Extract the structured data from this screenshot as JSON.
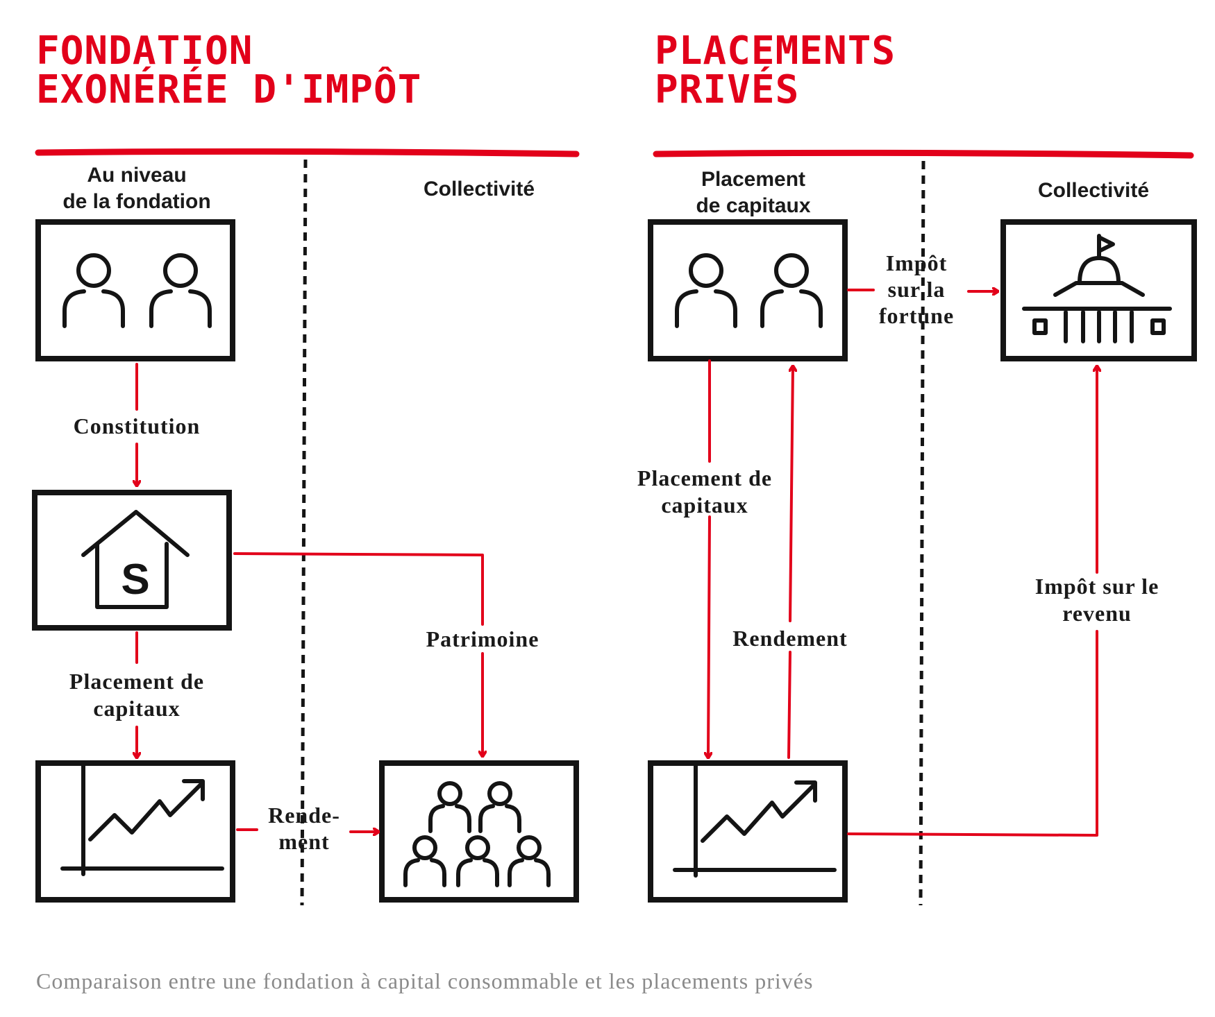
{
  "colors": {
    "accent_red": "#e2001a",
    "ink": "#141414",
    "caption_gray": "#8a8a8a"
  },
  "left_panel": {
    "title_line1": "FONDATION",
    "title_line2": "EXONÉRÉE D'IMPÔT",
    "col1_head_line1": "Au niveau",
    "col1_head_line2": "de la fondation",
    "col2_head": "Collectivité",
    "boxes": {
      "donors": "people-pair-icon",
      "foundation": "house-dollar-icon",
      "investment": "growth-chart-icon",
      "community": "crowd-icon"
    },
    "labels": {
      "constitution": "Constitution",
      "placement_line1": "Placement de",
      "placement_line2": "capitaux",
      "patrimoine": "Patrimoine",
      "rendement_line1": "Rende-",
      "rendement_line2": "ment"
    }
  },
  "right_panel": {
    "title_line1": "PLACEMENTS",
    "title_line2": "PRIVÉS",
    "col1_head_line1": "Placement",
    "col1_head_line2": "de capitaux",
    "col2_head": "Collectivité",
    "boxes": {
      "investors": "people-pair-icon",
      "state": "government-building-icon",
      "investment": "growth-chart-icon"
    },
    "labels": {
      "impot_fortune_line1": "Impôt",
      "impot_fortune_line2": "sur la",
      "impot_fortune_line3": "fortune",
      "placement_line1": "Placement de",
      "placement_line2": "capitaux",
      "rendement": "Rendement",
      "impot_revenu_line1": "Impôt sur le",
      "impot_revenu_line2": "revenu"
    }
  },
  "caption": "Comparaison entre une fondation à capital consommable et les placements privés"
}
